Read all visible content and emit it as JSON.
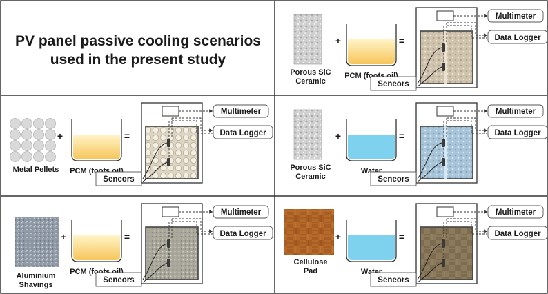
{
  "title": {
    "line1": "PV panel passive cooling scenarios",
    "line2": "used in the present study"
  },
  "operators": {
    "plus": "+",
    "equals": "="
  },
  "labels": {
    "multimeter": "Multimeter",
    "data_logger": "Data Logger",
    "sensors": "Seneors"
  },
  "scenarios": [
    {
      "id": "sic-pcm",
      "material": [
        "Porous SiC",
        "Ceramic"
      ],
      "fluid": "PCM (foots oil)",
      "fluid_type": "pcm"
    },
    {
      "id": "pellets-pcm",
      "material": [
        "Metal Pellets"
      ],
      "fluid": "PCM (foots oil)",
      "fluid_type": "pcm"
    },
    {
      "id": "sic-water",
      "material": [
        "Porous SiC",
        "Ceramic"
      ],
      "fluid": "Water",
      "fluid_type": "water"
    },
    {
      "id": "shavings-pcm",
      "material": [
        "Aluminium",
        "Shavings"
      ],
      "fluid": "PCM (foots oil)",
      "fluid_type": "pcm"
    },
    {
      "id": "cellulose-water",
      "material": [
        "Cellulose",
        "Pad"
      ],
      "fluid": "Water",
      "fluid_type": "water"
    }
  ],
  "colors": {
    "pcm_top": "#fff3c4",
    "pcm_bottom": "#f6c55a",
    "water": "#7fd2ee",
    "border": "#333333"
  }
}
